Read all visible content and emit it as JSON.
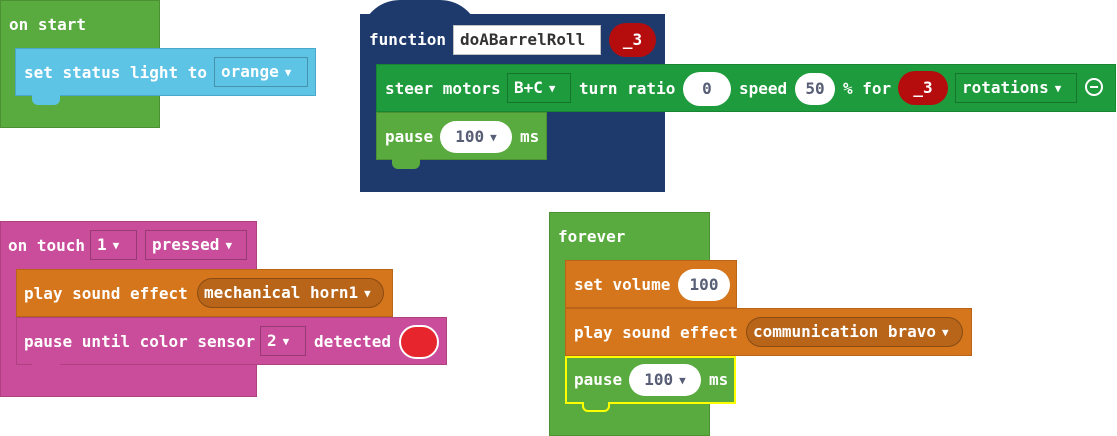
{
  "colors": {
    "events_green": "#5aab3f",
    "motor_green": "#1e9b3c",
    "light_blue": "#5ec4e6",
    "function_navy": "#1e3a6c",
    "touch_magenta": "#c94d9b",
    "sound_orange": "#d5761d",
    "param_red": "#b50d0d",
    "sensor_red": "#e6262c",
    "highlight_yellow": "#ffff00"
  },
  "on_start": {
    "title": "on start",
    "status_light": {
      "label": "set status light to",
      "value": "orange"
    }
  },
  "function_block": {
    "keyword": "function",
    "name": "doABarrelRoll",
    "param": "_3",
    "steer": {
      "label": "steer motors",
      "motors": "B+C",
      "turn_ratio_label": "turn ratio",
      "turn_ratio": "0",
      "speed_label": "speed",
      "speed": "50",
      "percent_for_label": "% for",
      "param": "_3",
      "unit": "rotations",
      "remove_icon": "minus-circle-icon"
    },
    "pause": {
      "label": "pause",
      "value": "100",
      "unit": "ms"
    }
  },
  "on_touch": {
    "label": "on touch",
    "port": "1",
    "state": "pressed",
    "sound": {
      "label": "play sound effect",
      "value": "mechanical horn1"
    },
    "pause_until": {
      "label": "pause until color sensor",
      "port": "2",
      "detected_label": "detected",
      "color": "#e6262c"
    }
  },
  "forever": {
    "title": "forever",
    "volume": {
      "label": "set volume",
      "value": "100"
    },
    "sound": {
      "label": "play sound effect",
      "value": "communication bravo"
    },
    "pause": {
      "label": "pause",
      "value": "100",
      "unit": "ms"
    }
  }
}
